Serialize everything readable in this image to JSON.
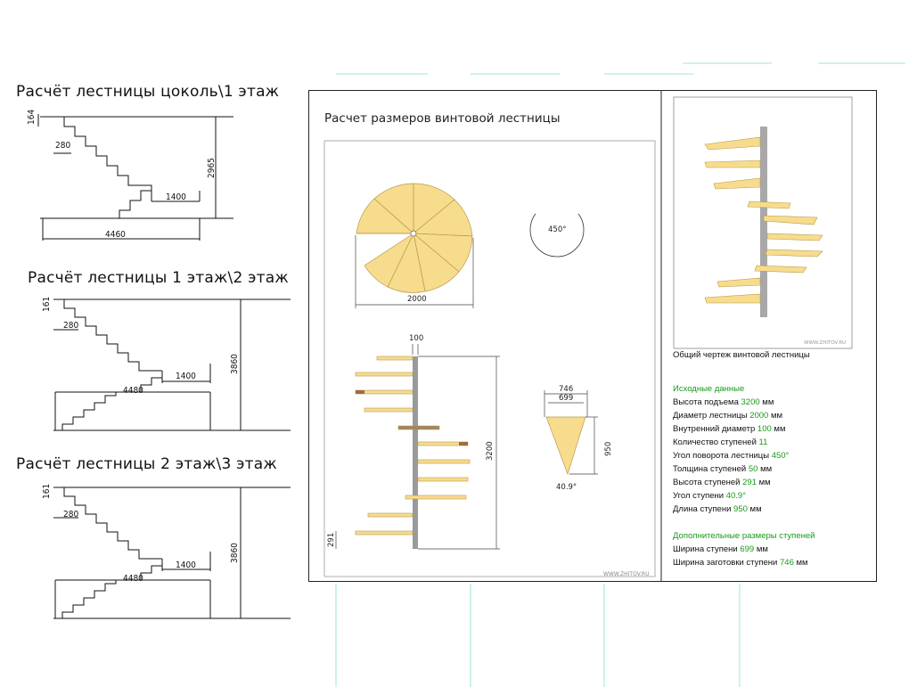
{
  "stairs": [
    {
      "title": "Расчёт лестницы цоколь\\1 этаж",
      "rise_label": "164",
      "tread_label": "280",
      "landing_label": "1400",
      "height_label": "2965",
      "length_label": "4460"
    },
    {
      "title": "Расчёт лестницы 1 этаж\\2 этаж",
      "rise_label": "161",
      "tread_label": "280",
      "landing_label": "1400",
      "height_label": "3860",
      "length_label": "4480"
    },
    {
      "title": "Расчёт лестницы 2 этаж\\3 этаж",
      "rise_label": "161",
      "tread_label": "280",
      "landing_label": "1400",
      "height_label": "3860",
      "length_label": "4480"
    }
  ],
  "spiral": {
    "title": "Расчет размеров винтовой лестницы",
    "diameter_label": "2000",
    "angle_label": "450°",
    "pole_label": "100",
    "height_label": "3200",
    "step_rise_label": "291",
    "step_outer_label": "746",
    "step_inner_label": "699",
    "step_length_label": "950",
    "step_angle_label": "40.9°",
    "watermark": "WWW.ZHITOV.RU",
    "watermark2": "WWW.ZHITOV.RU",
    "render_caption": "Общий чертеж винтовой лестницы",
    "source_header": "Исходные данные",
    "rows": [
      {
        "label": "Высота подъема",
        "value": "3200",
        "unit": "мм"
      },
      {
        "label": "Диаметр лестницы",
        "value": "2000",
        "unit": "мм"
      },
      {
        "label": "Внутренний диаметр",
        "value": "100",
        "unit": "мм"
      },
      {
        "label": "Количество ступеней",
        "value": "11",
        "unit": ""
      },
      {
        "label": "Угол поворота лестницы",
        "value": "450°",
        "unit": ""
      },
      {
        "label": "Толщина ступеней",
        "value": "50",
        "unit": "мм"
      },
      {
        "label": "Высота ступеней",
        "value": "291",
        "unit": "мм"
      },
      {
        "label": "Угол ступени",
        "value": "40.9°",
        "unit": ""
      },
      {
        "label": "Длина ступени",
        "value": "950",
        "unit": "мм"
      }
    ],
    "extra_header": "Дополнительные размеры ступеней",
    "extra_rows": [
      {
        "label": "Ширина ступени",
        "value": "699",
        "unit": "мм"
      },
      {
        "label": "Ширина заготовки ступени",
        "value": "746",
        "unit": "мм"
      }
    ]
  },
  "colors": {
    "tread": "#f7dc8e",
    "tread_edge": "#b89a4a",
    "pole": "#9a9a9a",
    "accent_green": "#1a9a1a",
    "guide": "#8fe0cf"
  }
}
